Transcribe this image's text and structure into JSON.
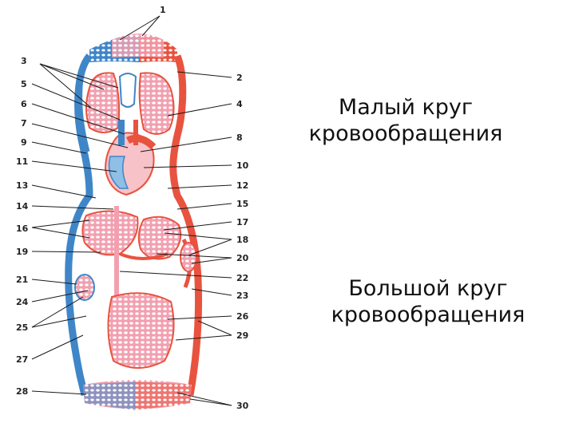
{
  "diagram": {
    "labels": [
      "1",
      "2",
      "3",
      "4",
      "5",
      "6",
      "7",
      "8",
      "9",
      "10",
      "11",
      "12",
      "13",
      "14",
      "15",
      "16",
      "17",
      "18",
      "19",
      "20",
      "21",
      "22",
      "23",
      "24",
      "25",
      "26",
      "27",
      "28",
      "29",
      "30"
    ]
  },
  "captions": {
    "pulmonary": {
      "line1": "Малый круг",
      "line2": "кровообращения"
    },
    "systemic": {
      "line1": "Большой круг",
      "line2": "кровообращения"
    }
  },
  "colors": {
    "arterial": "#e8533f",
    "venous": "#3f86c8",
    "capillary_fill": "#f2a0b0",
    "capillary_mesh": "#ffffff"
  }
}
